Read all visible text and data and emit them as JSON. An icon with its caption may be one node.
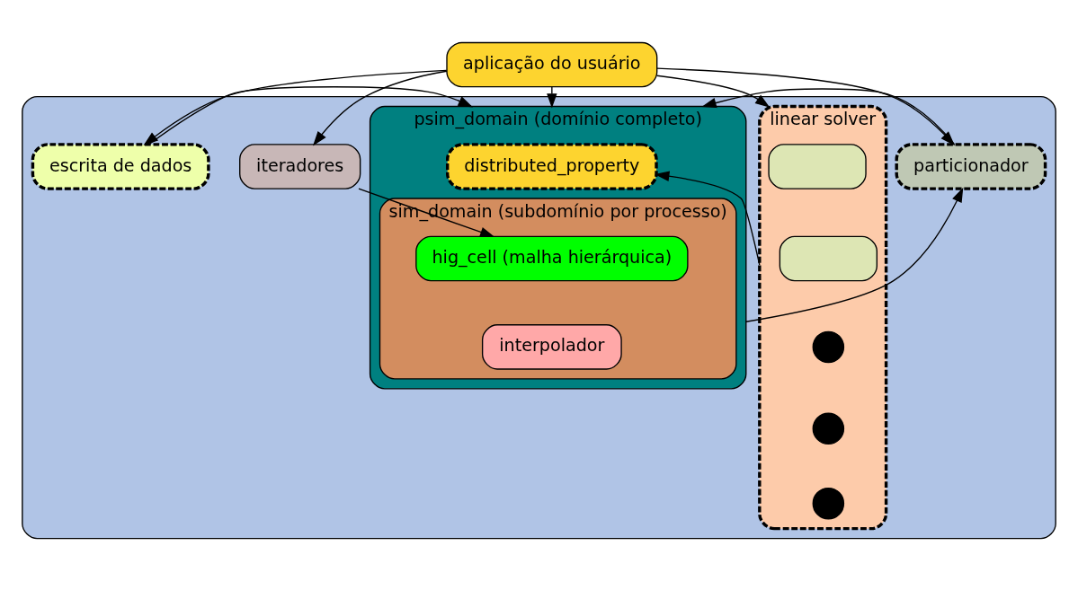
{
  "diagram": {
    "nodes": [
      {
        "text": [
          "aplicação do usuário"
        ]
      },
      {
        "text": [],
        "shape": "box"
      },
      {
        "text": [
          "linear solver"
        ],
        "in": 1
      },
      {
        "text": [],
        "shape": "box",
        "in": 2
      },
      {
        "text": [],
        "shape": "box",
        "in": 2
      },
      {
        "text": [],
        "shape": "circle",
        "in": 2
      },
      {
        "text": [],
        "shape": "circle",
        "in": 2
      },
      {
        "text": [],
        "shape": "circle",
        "in": 2
      },
      {
        "text": [
          "particionador"
        ],
        "in": 1
      },
      {
        "text": [
          "psim_domain (domínio completo)"
        ],
        "in": 1
      },
      {
        "text": [
          "distributed_property"
        ],
        "in": 9
      },
      {
        "text": [
          "sim_domain (subdomínio por processo)"
        ],
        "in": 9
      },
      {
        "text": [
          "hig_cell (malha hierárquica)"
        ],
        "in": 11
      },
      {
        "text": [
          "interpolador"
        ],
        "in": 11
      },
      {
        "text": [
          "iteradores"
        ],
        "in": 1
      },
      {
        "text": [
          "escrita de dados"
        ],
        "in": 1
      }
    ],
    "edges": [
      {
        "from": 0,
        "to": 2,
        "arrow": "to"
      },
      {
        "from": 0,
        "to": 8,
        "arrow": "to"
      },
      {
        "from": 0,
        "to": 9,
        "arrow": "to"
      },
      {
        "from": 0,
        "to": 14,
        "arrow": "to"
      },
      {
        "from": 0,
        "to": 15,
        "arrow": "to"
      },
      {
        "from": 2,
        "to": 10,
        "arrow": "to"
      },
      {
        "from": 8,
        "to": 9,
        "arrow": "to"
      },
      {
        "from": 9,
        "to": 8,
        "arrow": "to"
      },
      {
        "from": 15,
        "to": 9,
        "arrow": "to"
      },
      {
        "from": 14,
        "to": 12,
        "arrow": "to"
      }
    ]
  }
}
